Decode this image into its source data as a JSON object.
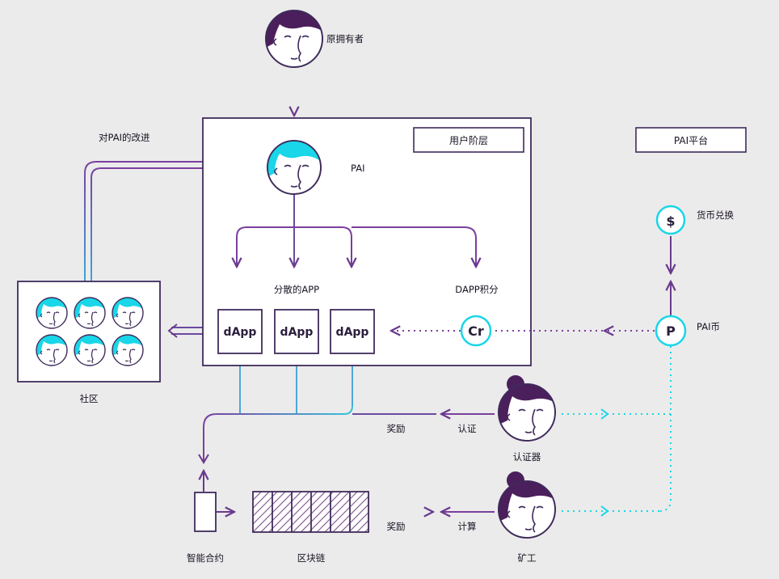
{
  "nodes": {
    "owner": "原拥有者",
    "pai": "PAI",
    "user_layer": "用户阶层",
    "pai_platform": "PAI平台",
    "decentralized_app": "分散的APP",
    "dapp_points": "DAPP积分",
    "improvements": "对PAI的改进",
    "community": "社区",
    "currency_exchange": "货币兑换",
    "pai_coin": "PAI币",
    "dapp": [
      "dApp",
      "dApp",
      "dApp"
    ],
    "cr": "Cr",
    "dollar": "$",
    "p": "P",
    "reward_1": "奖励",
    "certify": "认证",
    "certifier": "认证器",
    "reward_2": "奖励",
    "compute": "计算",
    "miner": "矿工",
    "smart_contract": "智能合约",
    "blockchain": "区块链"
  },
  "colors": {
    "background": "#ebebeb",
    "outline": "#3f2b5b",
    "purple_line": "#7a3f9e",
    "cyan": "#19d6e8",
    "face_purple": "#4b1f5c",
    "hatch": "#7d4f8f"
  }
}
